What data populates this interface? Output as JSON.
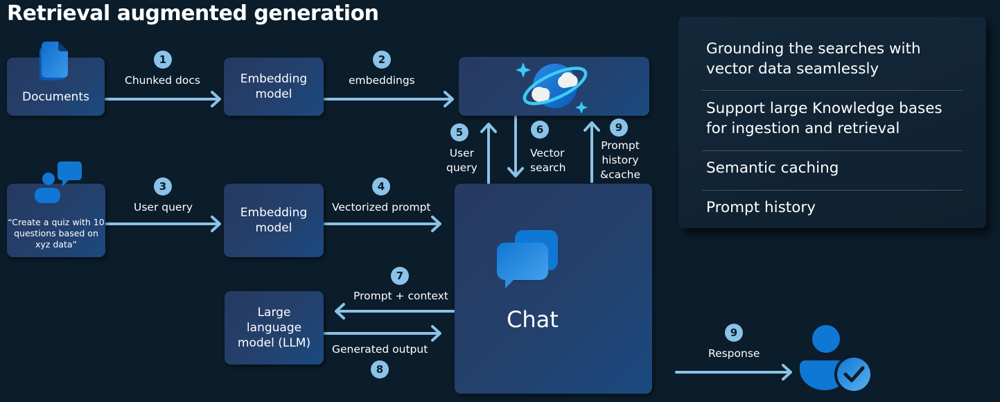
{
  "title": "Retrieval augmented generation",
  "nodes": {
    "documents": {
      "label": "Documents",
      "icon": "documents-icon"
    },
    "embedding_model_top": {
      "line1": "Embedding",
      "line2": "model"
    },
    "vector_db": {
      "icon": "azure-cosmos-db-icon"
    },
    "user_query": {
      "line1": "“Create a quiz with 10",
      "line2": "questions based on",
      "line3": "xyz data”",
      "icon": "user-chat-icon"
    },
    "embedding_model_mid": {
      "line1": "Embedding",
      "line2": "model"
    },
    "llm": {
      "line1": "Large",
      "line2": "language",
      "line3": "model (LLM)"
    },
    "chat": {
      "label": "Chat",
      "icon": "chat-bubbles-icon"
    },
    "user": {
      "icon": "user-verified-icon"
    }
  },
  "steps": [
    {
      "num": "1",
      "label": "Chunked docs"
    },
    {
      "num": "2",
      "label": "embeddings"
    },
    {
      "num": "3",
      "label": "User query"
    },
    {
      "num": "4",
      "label": "Vectorized prompt"
    },
    {
      "num": "5",
      "line1": "User",
      "line2": "query"
    },
    {
      "num": "6",
      "line1": "Vector",
      "line2": "search"
    },
    {
      "num": "7",
      "label": "Prompt + context"
    },
    {
      "num": "8",
      "label": "Generated output"
    },
    {
      "num": "9",
      "line1": "Prompt",
      "line2": "history",
      "line3": "&cache"
    },
    {
      "num": "9",
      "label": "Response"
    }
  ],
  "panel": {
    "items": [
      {
        "line1": "Grounding the searches with",
        "line2": "vector data seamlessly"
      },
      {
        "line1": "Support large Knowledge bases",
        "line2": "for ingestion and retrieval"
      },
      {
        "line1": "Semantic caching"
      },
      {
        "line1": "Prompt history"
      }
    ]
  },
  "colors": {
    "background": "#0b1c2a",
    "box": "#263a62",
    "arrow": "#8ac3e8",
    "icon_blue": "#0f78d4",
    "accent_cyan": "#3ccbf4"
  }
}
